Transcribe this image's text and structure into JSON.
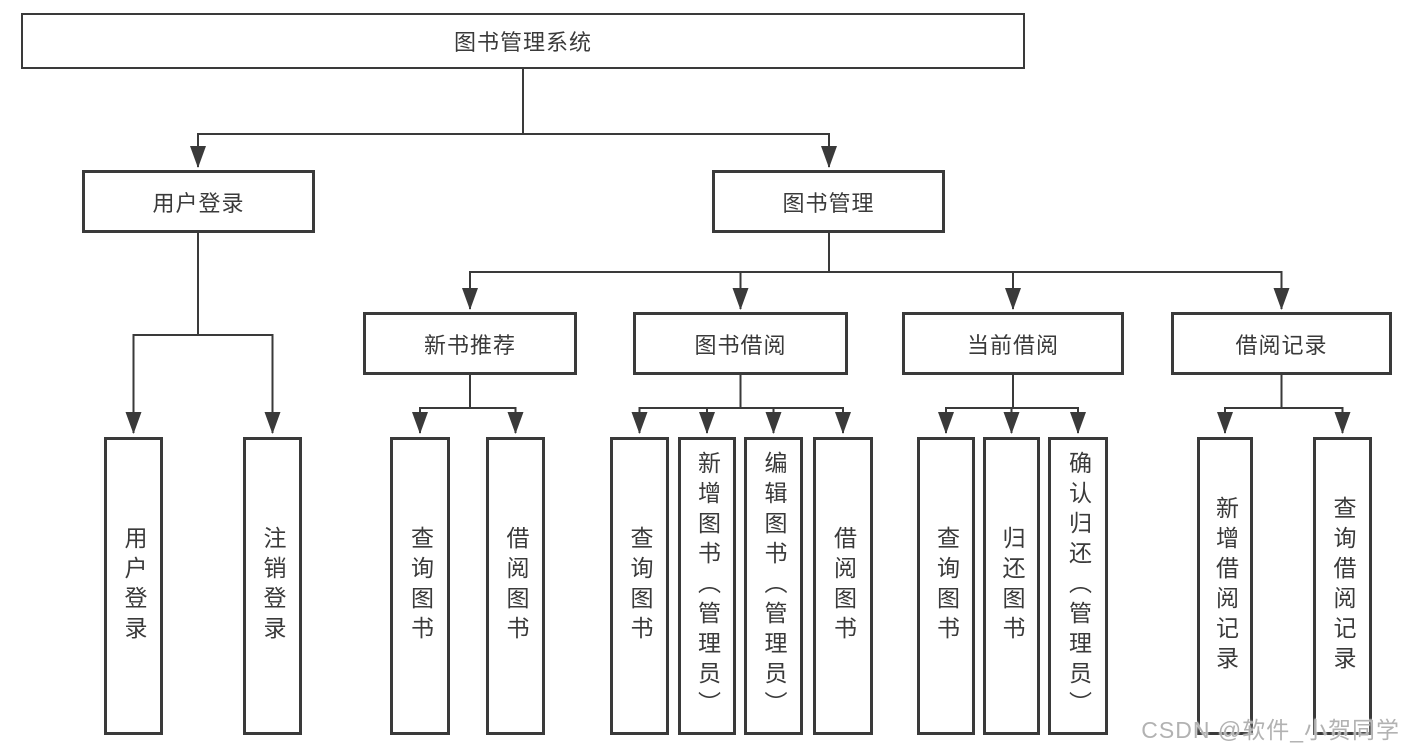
{
  "diagram": {
    "type": "hierarchy-tree",
    "root": {
      "label": "图书管理系统",
      "children": [
        {
          "label": "用户登录",
          "children": [
            {
              "label": "用户登录"
            },
            {
              "label": "注销登录"
            }
          ]
        },
        {
          "label": "图书管理",
          "children": [
            {
              "label": "新书推荐",
              "children": [
                {
                  "label": "查询图书"
                },
                {
                  "label": "借阅图书"
                }
              ]
            },
            {
              "label": "图书借阅",
              "children": [
                {
                  "label": "查询图书"
                },
                {
                  "label": "新增图书（管理员）"
                },
                {
                  "label": "编辑图书（管理员）"
                },
                {
                  "label": "借阅图书"
                }
              ]
            },
            {
              "label": "当前借阅",
              "children": [
                {
                  "label": "查询图书"
                },
                {
                  "label": "归还图书"
                },
                {
                  "label": "确认归还（管理员）"
                }
              ]
            },
            {
              "label": "借阅记录",
              "children": [
                {
                  "label": "新增借阅记录"
                },
                {
                  "label": "查询借阅记录"
                }
              ]
            }
          ]
        }
      ]
    }
  },
  "watermark": {
    "text": "CSDN @软件_小贺同学",
    "color": "#b2b2b2"
  },
  "colors": {
    "line": "#3a3a3a",
    "text": "#3a3a3a",
    "box_background": "#ffffff",
    "page_background": "#ffffff"
  }
}
